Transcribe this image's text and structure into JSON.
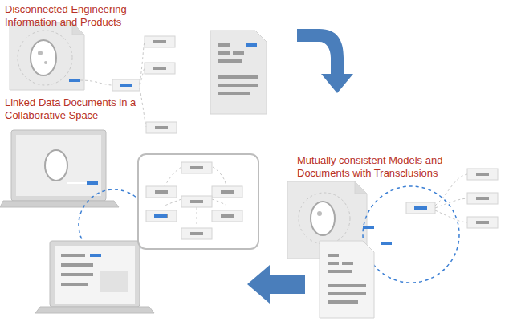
{
  "diagram": {
    "labels": [
      "Disconnected Engineering Information and Products",
      "Mutually consistent Models and Documents with Transclusions",
      "Linked Data Documents in a Collaborative Space"
    ]
  }
}
